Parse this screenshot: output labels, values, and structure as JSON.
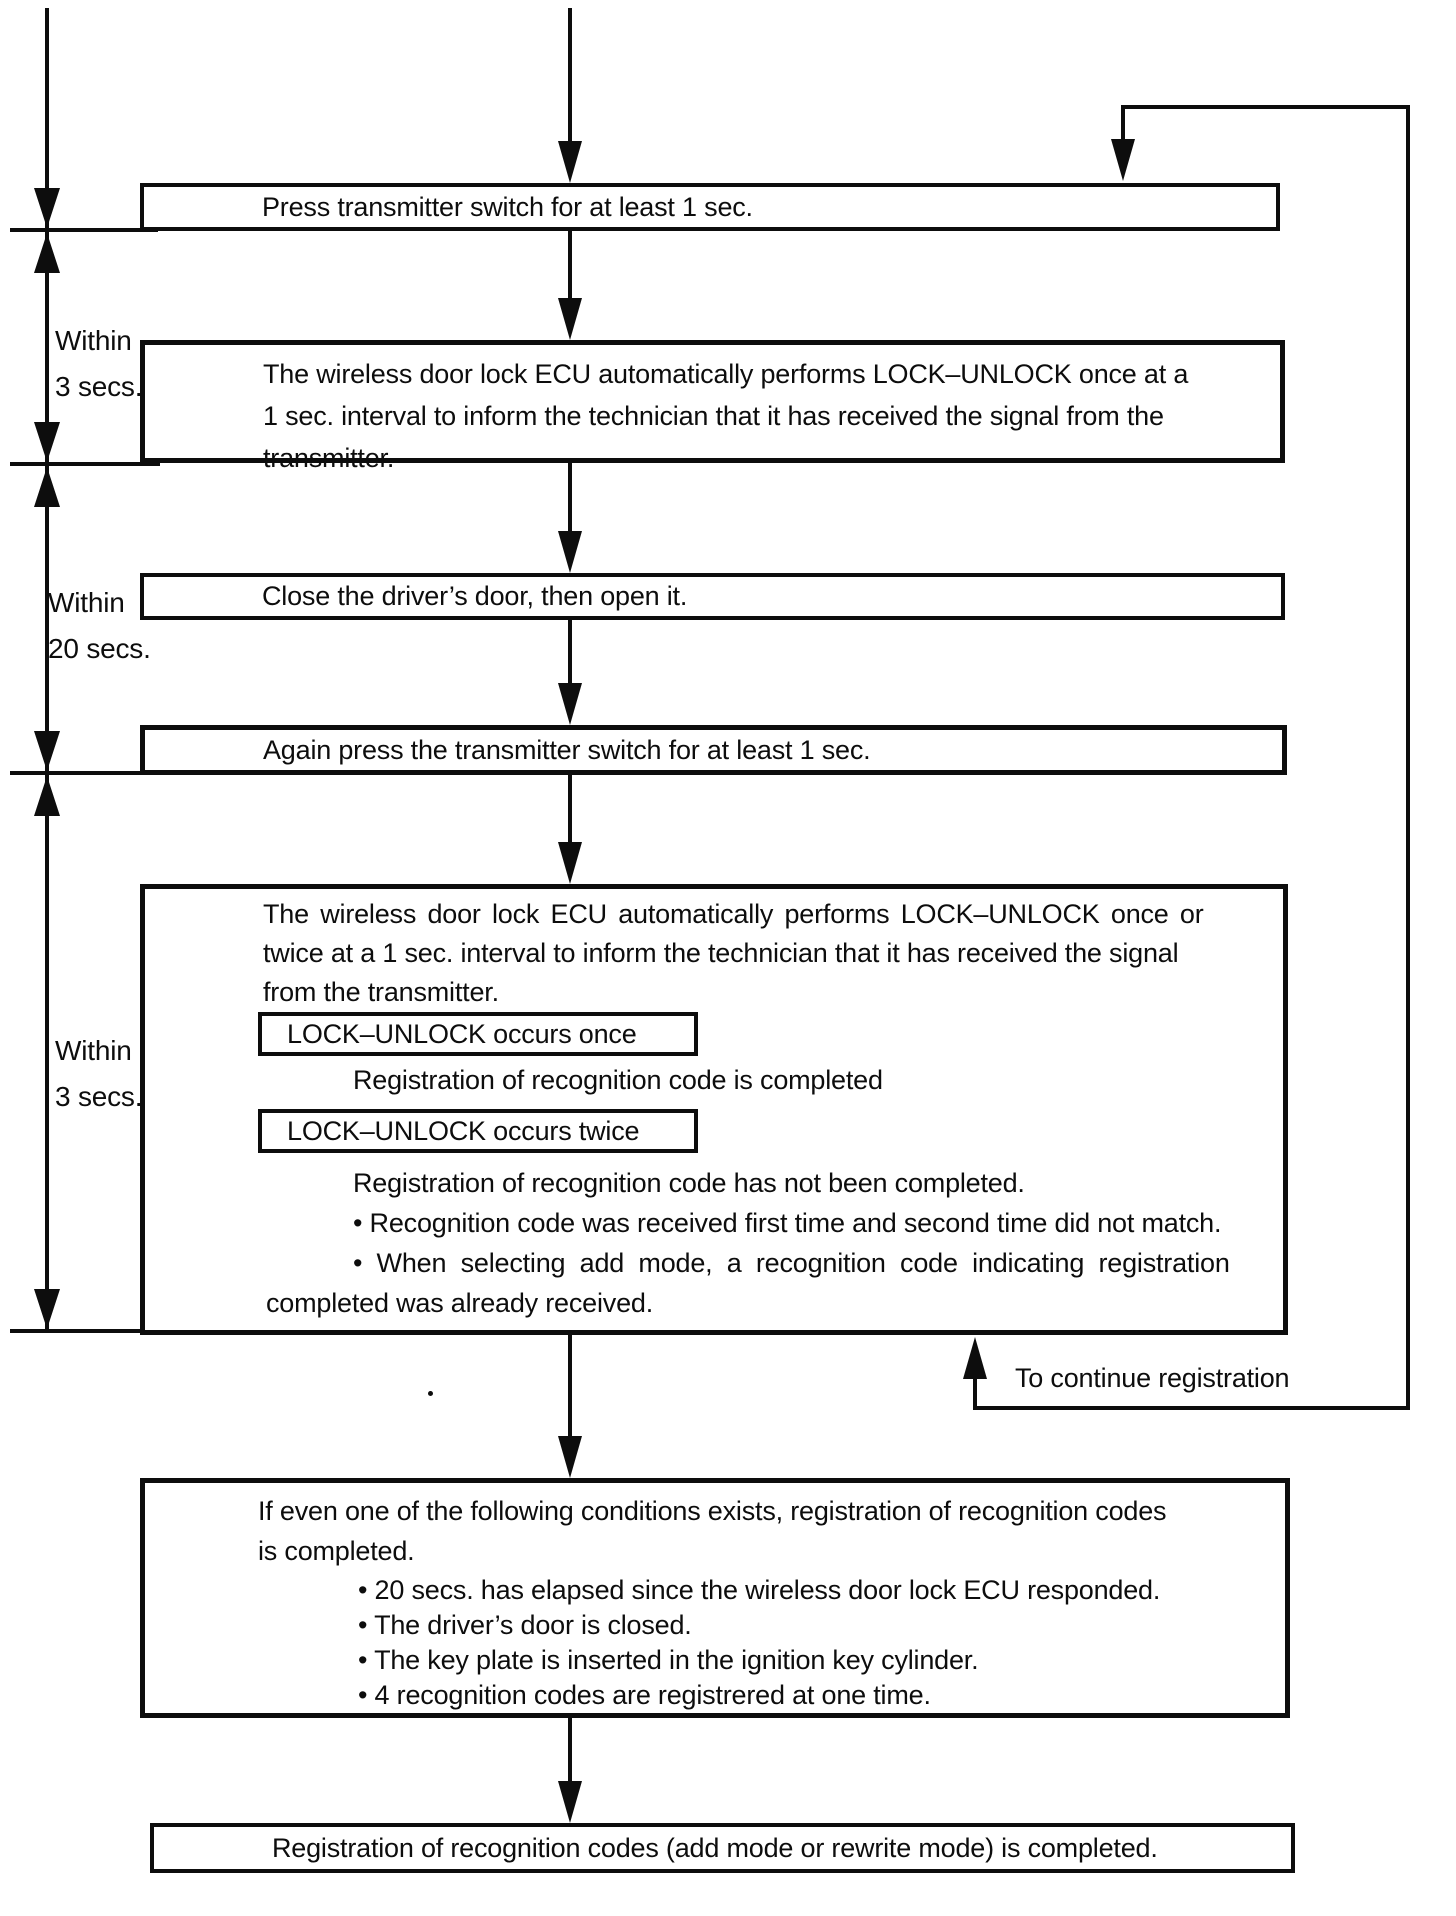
{
  "flow": {
    "box1": "Press transmitter switch for at least 1 sec.",
    "box2_lines": [
      "The wireless door lock ECU automatically performs LOCK–UNLOCK once at a",
      "1 sec. interval to inform the technician that it has received the signal from the",
      "transmitter."
    ],
    "box3": "Close the driver’s door, then open it.",
    "box4": "Again press the transmitter switch for at least 1 sec.",
    "box5": {
      "intro_lines": [
        "The wireless door lock ECU automatically performs LOCK–UNLOCK once or",
        "twice at a 1 sec. interval to inform the technician that it has received the signal",
        "from the transmitter."
      ],
      "case_once_label": "LOCK–UNLOCK occurs once",
      "case_once_result": "Registration of recognition code is completed",
      "case_twice_label": "LOCK–UNLOCK occurs twice",
      "case_twice_result": "Registration of recognition code has not been completed.",
      "case_twice_bullet1": "• Recognition code was received first time and second time did not match.",
      "case_twice_bullet2": "• When selecting add mode, a recognition code indicating registration",
      "case_twice_bullet2_cont": "completed was already received."
    },
    "continue_label": "To continue registration",
    "box6": {
      "line1": "If even one of the following conditions exists, registration of recognition codes",
      "line2": "is completed.",
      "bullets": [
        "• 20 secs. has elapsed since the wireless door lock ECU responded.",
        "• The driver’s door is closed.",
        "• The key plate is inserted in the ignition key cylinder.",
        "• 4 recognition codes are registrered at one time."
      ]
    },
    "box7": "Registration of recognition codes (add mode or rewrite mode) is completed."
  },
  "timing_labels": {
    "t1": {
      "line1": "Within",
      "line2": "3 secs."
    },
    "t2": {
      "line1": "Within",
      "line2": "20 secs."
    },
    "t3": {
      "line1": "Within",
      "line2": "3 secs."
    }
  },
  "colors": {
    "ink": "#0d0d0d",
    "background": "#ffffff"
  }
}
